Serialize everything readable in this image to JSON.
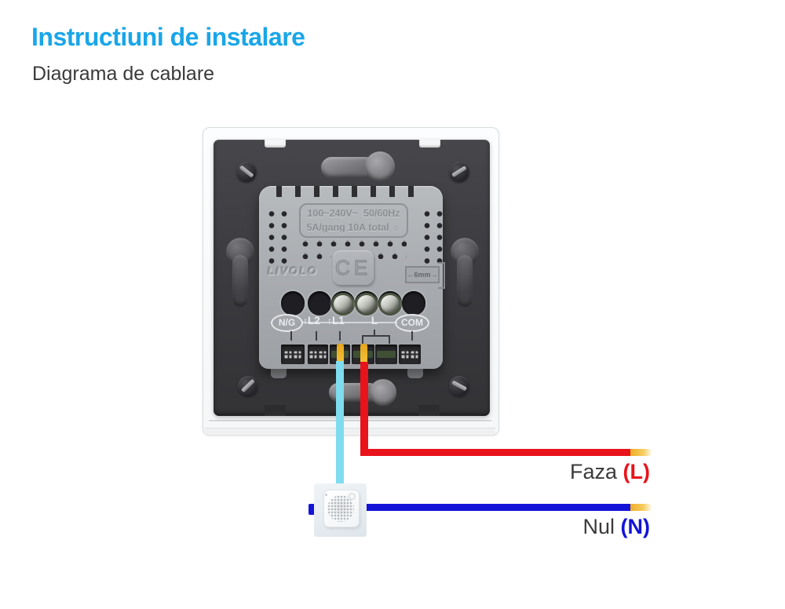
{
  "header": {
    "title": "Instructiuni de instalare",
    "subtitle": "Diagrama de cablare"
  },
  "device": {
    "brand": "LIVOLO",
    "spec_line1": "100~240V~  50/60Hz",
    "spec_line2": "5A/gang 10A total",
    "bulb_icon": "☼",
    "ce_mark": "CE",
    "gauge_text": "←6mm→",
    "up_arrow": "↑",
    "terminals": [
      {
        "label": "N/G"
      },
      {
        "label": "L2"
      },
      {
        "label": "L1"
      },
      {
        "label": "L"
      },
      {
        "label": "COM"
      }
    ]
  },
  "wiring": {
    "phase_name": "Faza",
    "phase_code": "(L)",
    "neutral_name": "Nul",
    "neutral_code": "(N)",
    "colors": {
      "title_accent": "#19a6e8",
      "phase_wire": "#e8131b",
      "neutral_wire": "#1414d8",
      "load_wire": "#7edcee",
      "wire_tip": "#efae26"
    }
  }
}
